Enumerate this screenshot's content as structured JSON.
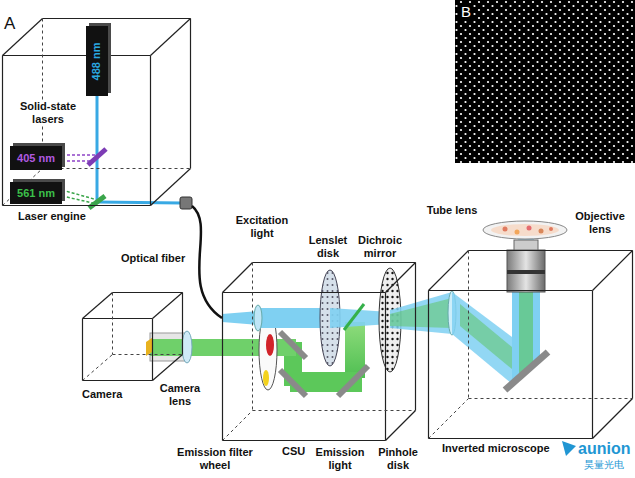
{
  "diagram": {
    "nodes": [
      {
        "text": [
          "Laser engine"
        ]
      },
      {
        "text": [
          "488 nm"
        ],
        "in": 0
      },
      {
        "text": [
          "405 nm"
        ],
        "in": 0
      },
      {
        "text": [
          "561 nm"
        ],
        "in": 0
      },
      {
        "text": [
          "Camera"
        ]
      },
      {
        "text": [
          "CSU"
        ]
      },
      {
        "text": [
          "Inverted microscope"
        ]
      }
    ],
    "edges": [
      {
        "from": 0,
        "to": 5,
        "label": "Optical fiber",
        "arrow": "none"
      }
    ],
    "labels": [
      "A",
      "Solid-state lasers",
      "B",
      "Excitation light",
      "Lenslet disk",
      "Dichroic mirror",
      "Tube lens",
      "Objective lens",
      "Camera lens",
      "Emission filter wheel",
      "Emission light",
      "Pinhole disk",
      "aunion",
      "昊量光电"
    ]
  }
}
